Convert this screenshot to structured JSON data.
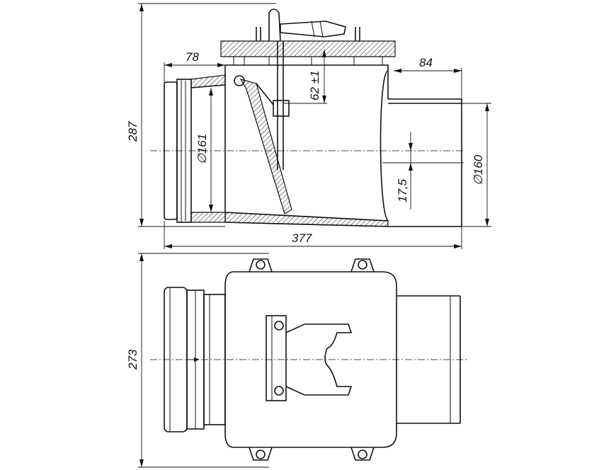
{
  "dimensions": {
    "overall_height": "287",
    "socket_length": "78",
    "outlet_length": "84",
    "lever_travel": "62 ±1",
    "inlet_diameter": "∅161",
    "outlet_diameter": "∅160",
    "axis_offset": "17,5",
    "overall_length": "377",
    "plan_width": "273"
  }
}
